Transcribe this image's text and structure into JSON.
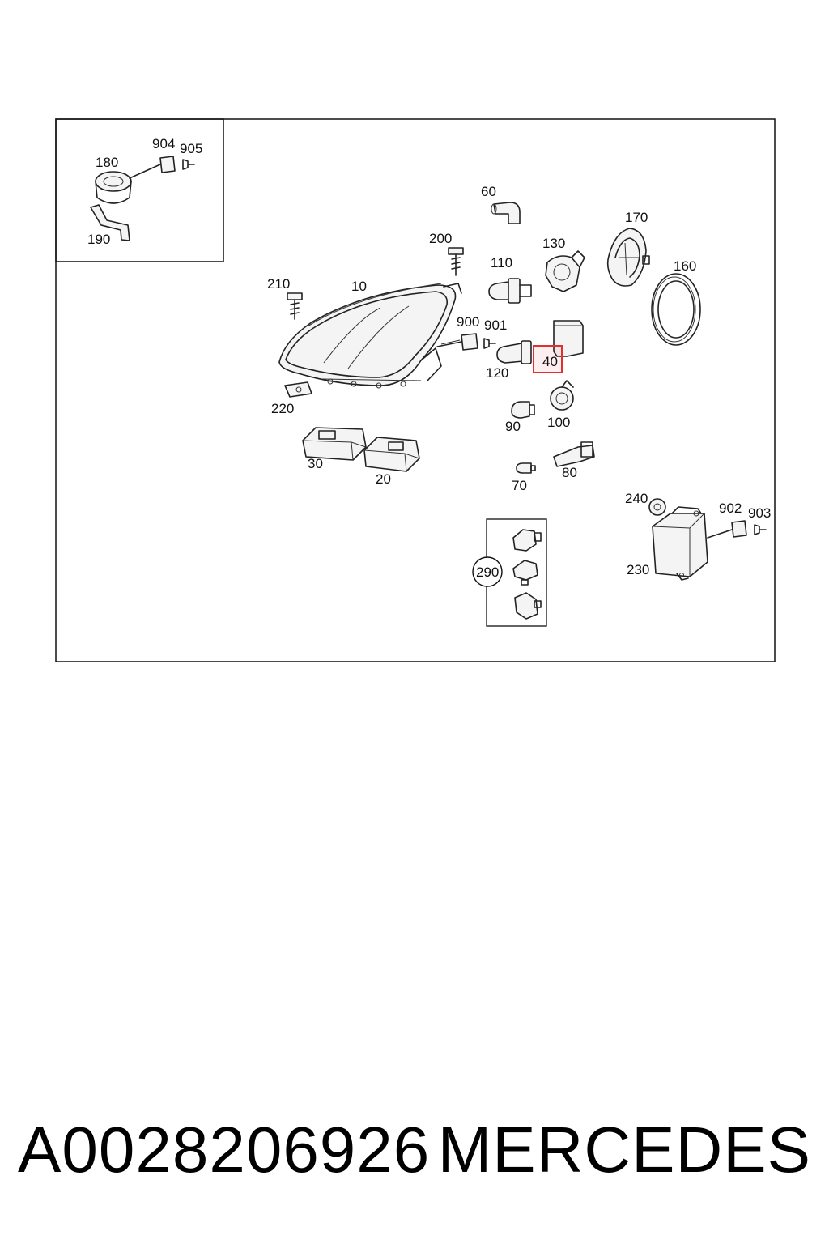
{
  "diagram": {
    "callouts": {
      "c904": "904",
      "c905": "905",
      "c180": "180",
      "c190": "190",
      "c60": "60",
      "c170": "170",
      "c200": "200",
      "c130": "130",
      "c110": "110",
      "c160": "160",
      "c210": "210",
      "c10": "10",
      "c900": "900",
      "c901": "901",
      "c40": "40",
      "c120": "120",
      "c220": "220",
      "c90": "90",
      "c100": "100",
      "c30": "30",
      "c20": "20",
      "c70": "70",
      "c80": "80",
      "c240": "240",
      "c902": "902",
      "c903": "903",
      "c290": "290",
      "c230": "230"
    },
    "highlight_color": "#e03030"
  },
  "footer": {
    "part_number": "A0028206926",
    "brand": "MERCEDES"
  }
}
